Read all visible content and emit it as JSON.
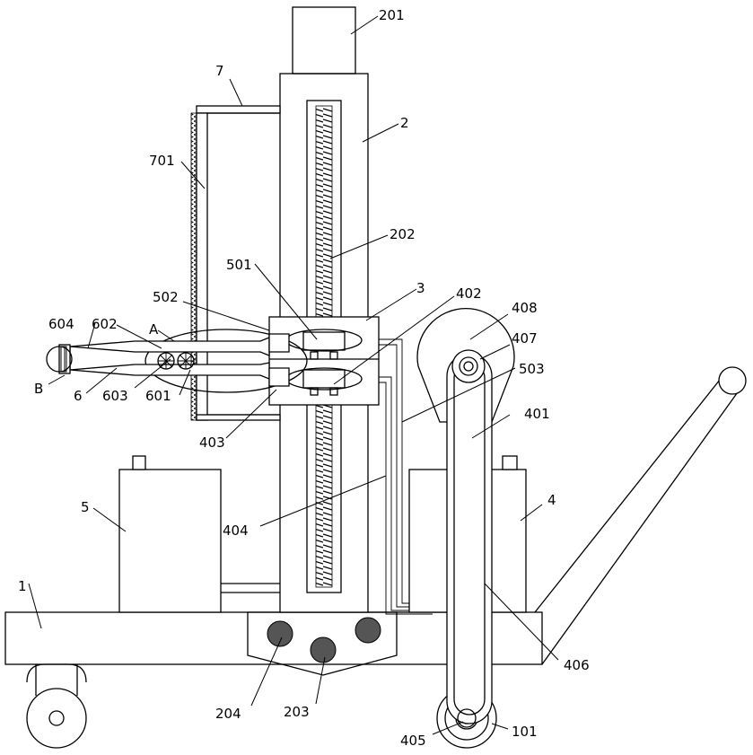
{
  "labels": {
    "l201": "201",
    "l7": "7",
    "l2": "2",
    "l701": "701",
    "l202": "202",
    "l501": "501",
    "l3": "3",
    "l402": "402",
    "l502": "502",
    "l408": "408",
    "l604": "604",
    "l602": "602",
    "lA": "A",
    "l407": "407",
    "l503": "503",
    "lB": "B",
    "l6": "6",
    "l603": "603",
    "l601": "601",
    "l401": "401",
    "l403": "403",
    "l5": "5",
    "l4": "4",
    "l404": "404",
    "l1": "1",
    "l406": "406",
    "l204": "204",
    "l203": "203",
    "l405": "405",
    "l101": "101"
  }
}
